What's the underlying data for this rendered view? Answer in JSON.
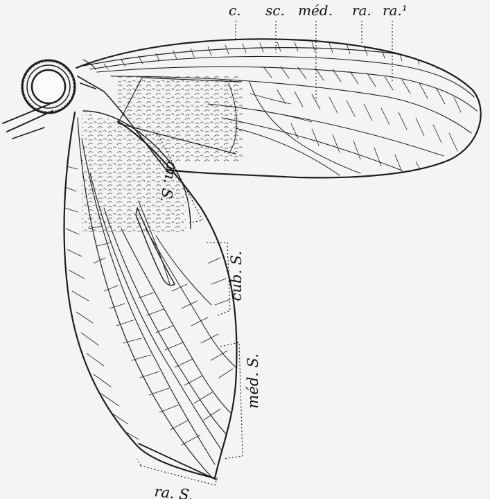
{
  "figure": {
    "forewing_labels": [
      {
        "id": "costa",
        "text": "c."
      },
      {
        "id": "subcosta",
        "text": "sc."
      },
      {
        "id": "media",
        "text": "méd."
      },
      {
        "id": "radius",
        "text": "ra."
      },
      {
        "id": "radius-1",
        "text": "ra.¹"
      }
    ],
    "hindwing_labels": [
      {
        "id": "anal-sector",
        "text": "an. S."
      },
      {
        "id": "cubital-sector",
        "text": "cub. S."
      },
      {
        "id": "median-sector",
        "text": "méd. S."
      },
      {
        "id": "radial-sector",
        "text": "ra. S."
      }
    ]
  }
}
